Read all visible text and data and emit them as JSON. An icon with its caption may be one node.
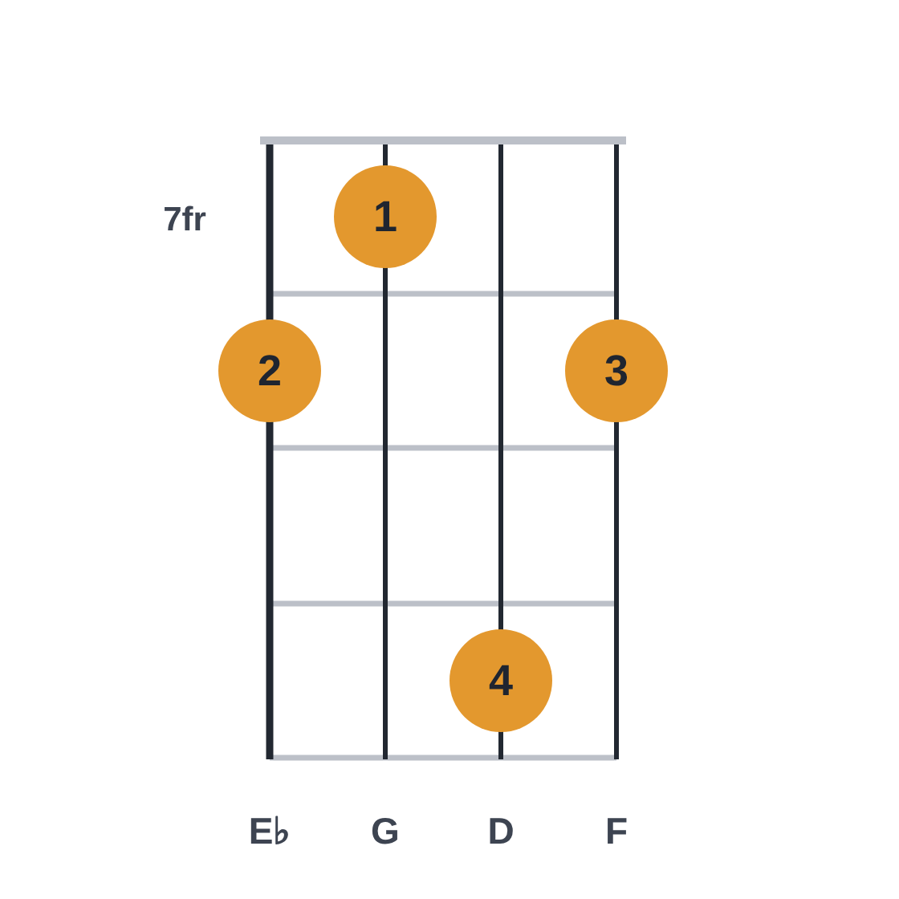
{
  "diagram": {
    "nodes": [
      {
        "text": [
          "1"
        ]
      },
      {
        "text": [
          "2"
        ]
      },
      {
        "text": [
          "3"
        ]
      },
      {
        "text": [
          "4"
        ]
      }
    ],
    "labels": [
      "7fr",
      "**E**♭",
      "G",
      "D",
      "F"
    ]
  }
}
